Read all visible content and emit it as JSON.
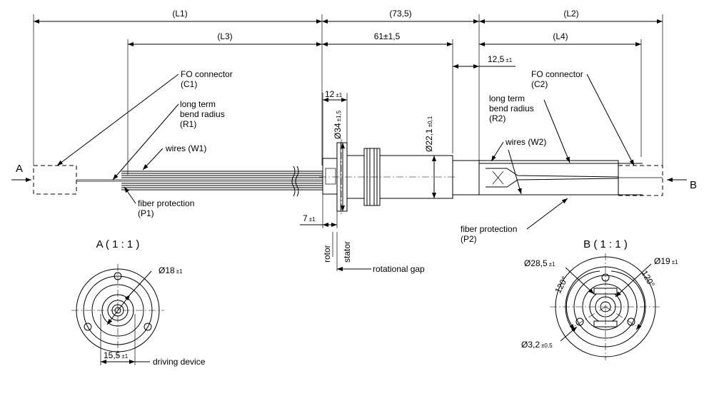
{
  "dims": {
    "l1": "(L1)",
    "l3": "(L3)",
    "l73": "(73,5)",
    "d61": "61±1,5",
    "l2": "(L2)",
    "l4": "(L4)",
    "d125": "12,5",
    "d125_tol": "±1",
    "d12": "12",
    "d12_tol": "±1",
    "d34": "Ø34",
    "d34_tol": "±1,5",
    "d221": "Ø22,1",
    "d221_tol": "±0,1",
    "d7": "7",
    "d7_tol": "±1"
  },
  "labels": {
    "fo_c1_a": "FO connector",
    "fo_c1_b": "(C1)",
    "ltb_r1_a": "long term",
    "ltb_r1_b": "bend radius",
    "ltb_r1_c": "(R1)",
    "wires_w1": "wires (W1)",
    "fp_p1_a": "fiber protection",
    "fp_p1_b": "(P1)",
    "fo_c2_a": "FO connector",
    "fo_c2_b": "(C2)",
    "ltb_r2_a": "long term",
    "ltb_r2_b": "bend radius",
    "ltb_r2_c": "(R2)",
    "wires_w2": "wires (W2)",
    "fp_p2_a": "fiber protection",
    "fp_p2_b": "(P2)",
    "rotor": "rotor",
    "stator": "stator",
    "rotational_gap": "rotational gap",
    "view_a": "A",
    "view_b": "B"
  },
  "detail_a": {
    "title": "A ( 1 : 1 )",
    "d18": "Ø18",
    "d18_tol": "±1",
    "d155": "15,5",
    "d155_tol": "±1",
    "driving_device": "driving device"
  },
  "detail_b": {
    "title": "B ( 1 : 1 )",
    "d285": "Ø28,5",
    "d285_tol": "±1",
    "d19": "Ø19",
    "d19_tol": "±1",
    "a120_left": "120°",
    "a120_right": "120°",
    "d32": "Ø3,2",
    "d32_tol": "±0,5"
  }
}
